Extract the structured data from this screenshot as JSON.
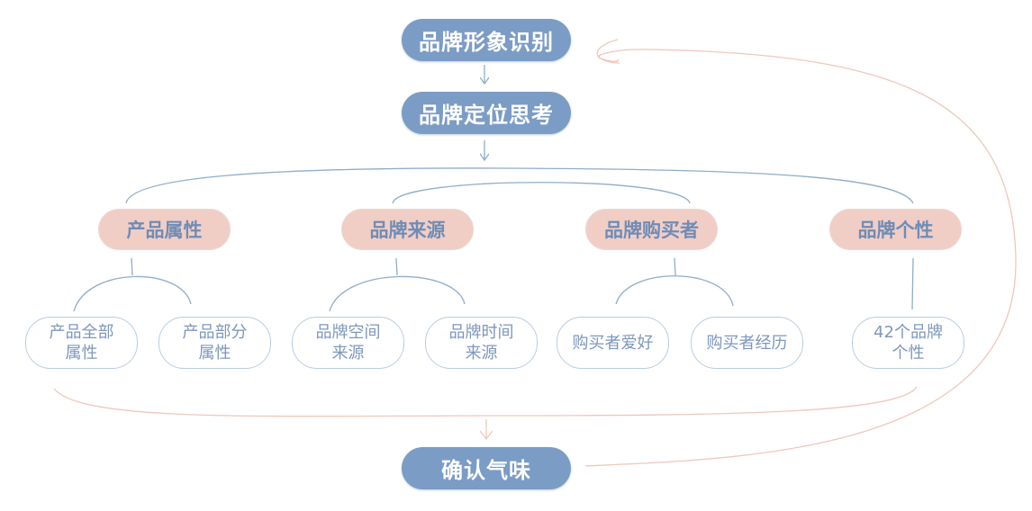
{
  "nodes": {
    "identity": "品牌形象识别",
    "positioning": "品牌定位思考",
    "confirm": "确认气味"
  },
  "categories": [
    {
      "label": "产品属性",
      "children": [
        {
          "lines": [
            "产品全部",
            "属性"
          ]
        },
        {
          "lines": [
            "产品部分",
            "属性"
          ]
        }
      ]
    },
    {
      "label": "品牌来源",
      "children": [
        {
          "lines": [
            "品牌空间",
            "来源"
          ]
        },
        {
          "lines": [
            "品牌时间",
            "来源"
          ]
        }
      ]
    },
    {
      "label": "品牌购买者",
      "children": [
        {
          "lines": [
            "购买者爱好"
          ]
        },
        {
          "lines": [
            "购买者经历"
          ]
        }
      ]
    },
    {
      "label": "品牌个性",
      "children": [
        {
          "lines": [
            "42个品牌",
            "个性"
          ]
        }
      ]
    }
  ],
  "colors": {
    "main_fill": "#7b9cc5",
    "category_fill": "#f0cec6",
    "leaf_border": "#b9cce0",
    "connector_blue": "#8fadc9",
    "feedback_pink": "#efc7bd"
  }
}
